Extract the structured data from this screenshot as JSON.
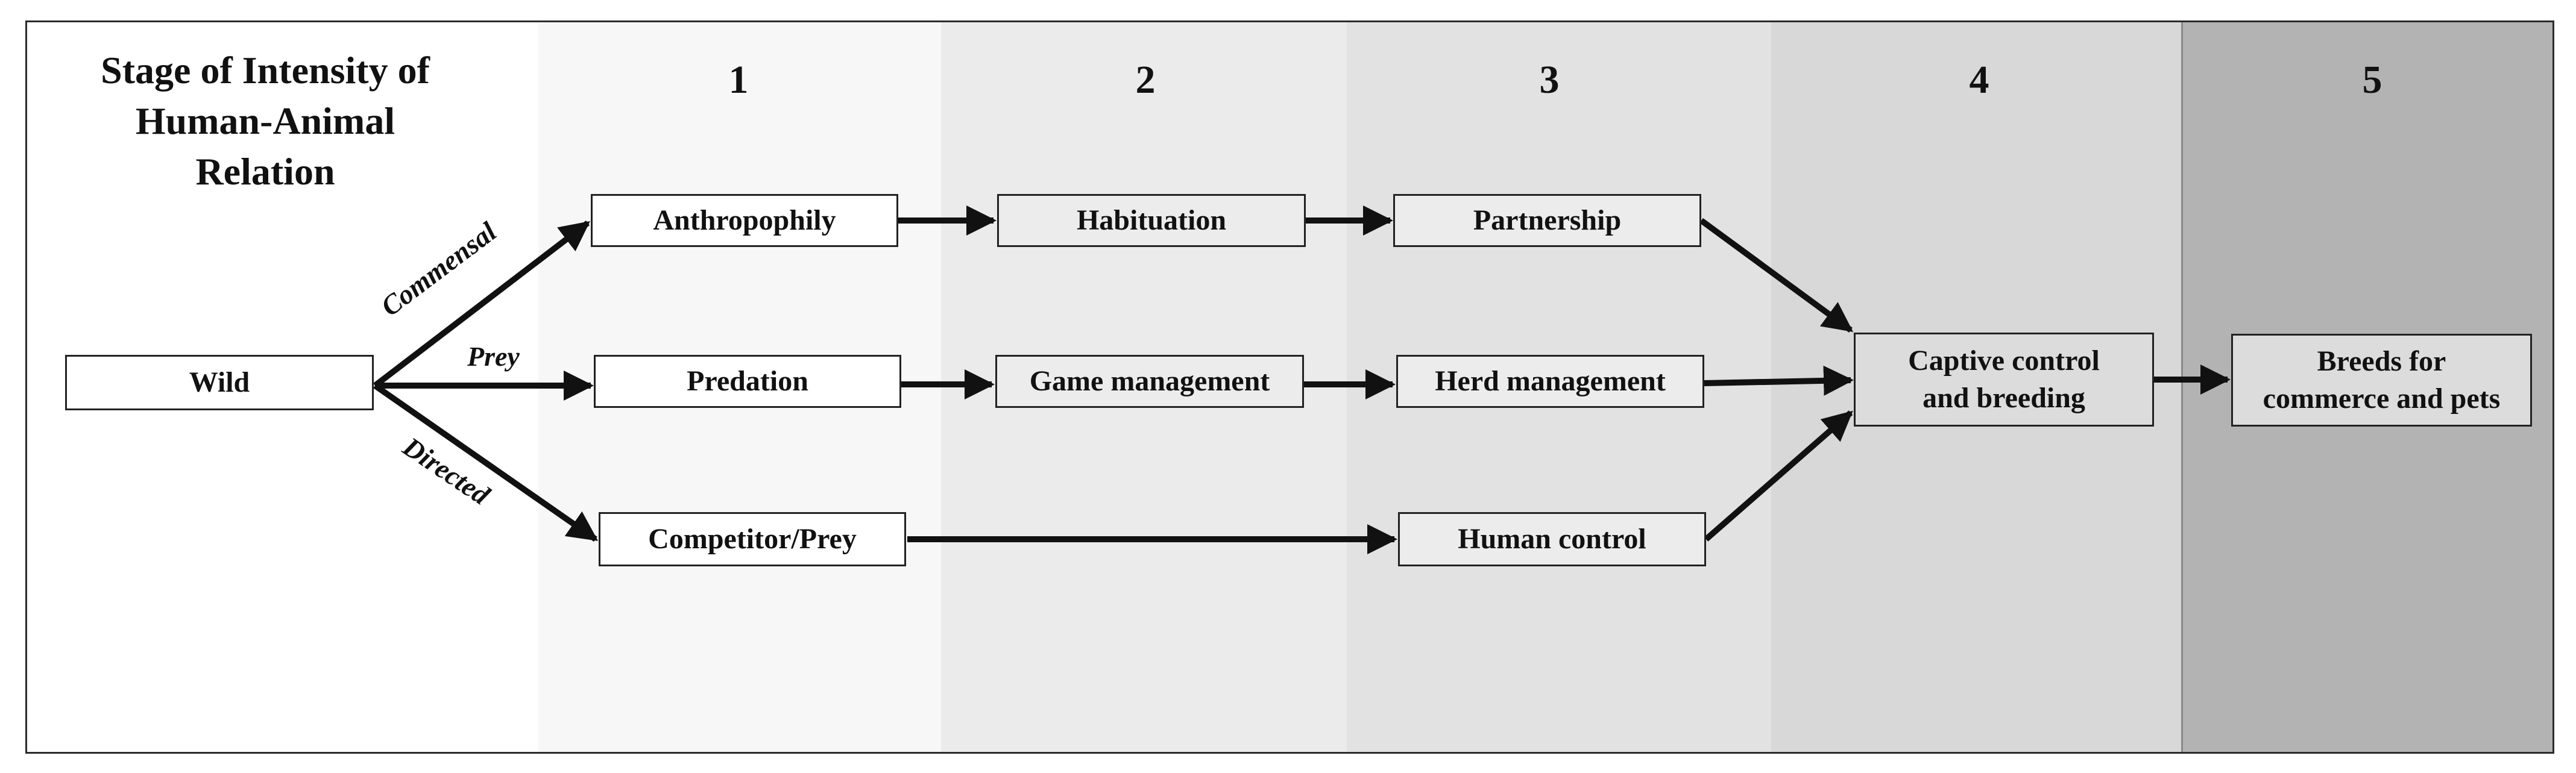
{
  "title": "Stage of Intensity of Human-Animal Relation",
  "title_lines": [
    "Stage of Intensity of",
    "Human-Animal",
    "Relation"
  ],
  "stages": [
    "1",
    "2",
    "3",
    "4",
    "5"
  ],
  "nodes": {
    "wild": "Wild",
    "anthropophily": "Anthropophily",
    "habituation": "Habituation",
    "partnership": "Partnership",
    "predation": "Predation",
    "game_management": "Game management",
    "herd_management": "Herd management",
    "competitor_prey": "Competitor/Prey",
    "human_control": "Human control",
    "captive_control": [
      "Captive control",
      "and breeding"
    ],
    "breeds": [
      "Breeds for",
      "commerce and pets"
    ]
  },
  "pathways": {
    "commensal": "Commensal",
    "prey": "Prey",
    "directed": "Directed"
  },
  "edges": [
    [
      "wild",
      "anthropophily"
    ],
    [
      "wild",
      "predation"
    ],
    [
      "wild",
      "competitor_prey"
    ],
    [
      "anthropophily",
      "habituation"
    ],
    [
      "habituation",
      "partnership"
    ],
    [
      "predation",
      "game_management"
    ],
    [
      "game_management",
      "herd_management"
    ],
    [
      "competitor_prey",
      "human_control"
    ],
    [
      "partnership",
      "captive_control"
    ],
    [
      "herd_management",
      "captive_control"
    ],
    [
      "human_control",
      "captive_control"
    ],
    [
      "captive_control",
      "breeds"
    ]
  ],
  "colors": {
    "band_1": "#f7f7f7",
    "band_2": "#ebebeb",
    "band_3": "#e2e2e2",
    "band_4": "#d8d8d8",
    "band_5": "#b3b3b3",
    "stroke": "#111111"
  }
}
